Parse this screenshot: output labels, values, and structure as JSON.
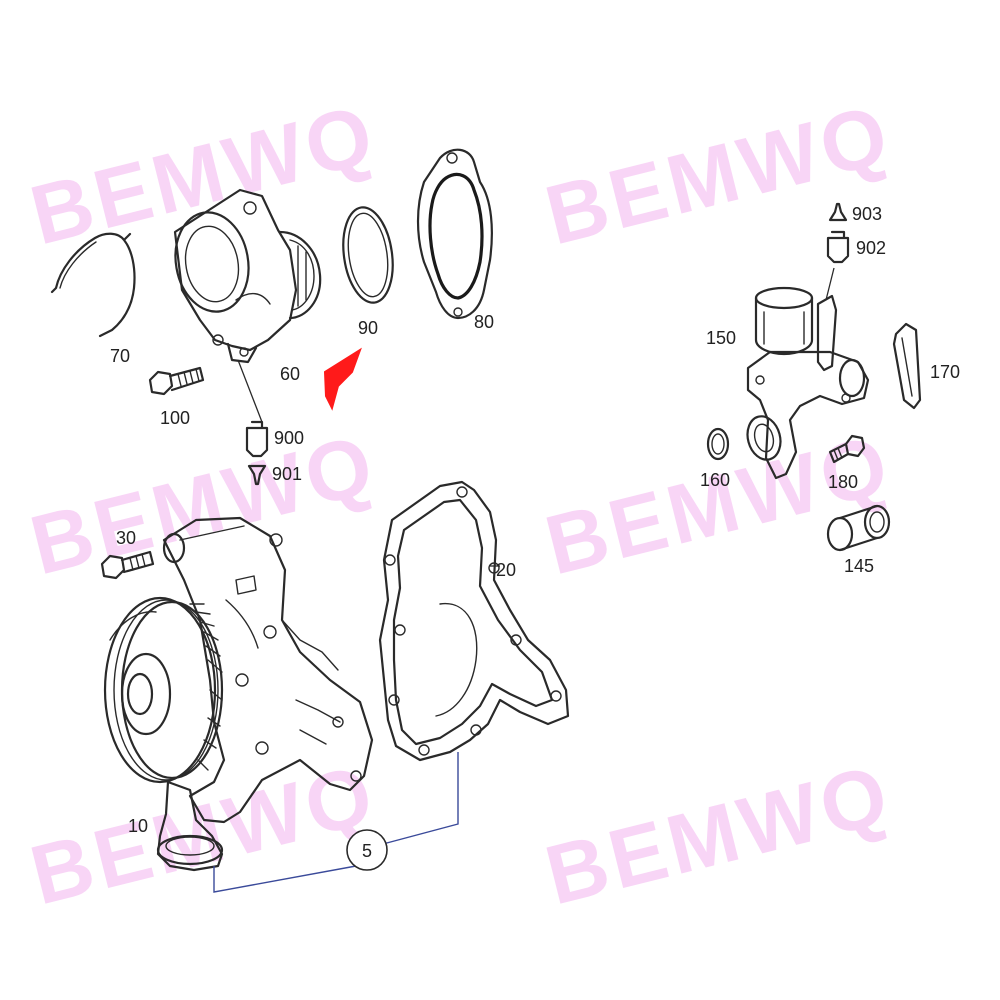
{
  "watermark": {
    "text": "BEMWQ",
    "color": "#f3b3f0"
  },
  "colors": {
    "line": "#2a2a2a",
    "bracket": "#3a4a9a",
    "arrow": "#ff1a1a",
    "text": "#222222"
  },
  "callouts": {
    "c5": "5",
    "c10": "10",
    "c20": "20",
    "c30": "30",
    "c60": "60",
    "c70": "70",
    "c80": "80",
    "c90": "90",
    "c100": "100",
    "c145": "145",
    "c150": "150",
    "c160": "160",
    "c170": "170",
    "c180": "180",
    "c900": "900",
    "c901": "901",
    "c902": "902",
    "c903": "903"
  },
  "icons": {
    "pointer": "red-arrow-icon",
    "connector": "connector-plug-icon",
    "cap": "cap-icon"
  }
}
